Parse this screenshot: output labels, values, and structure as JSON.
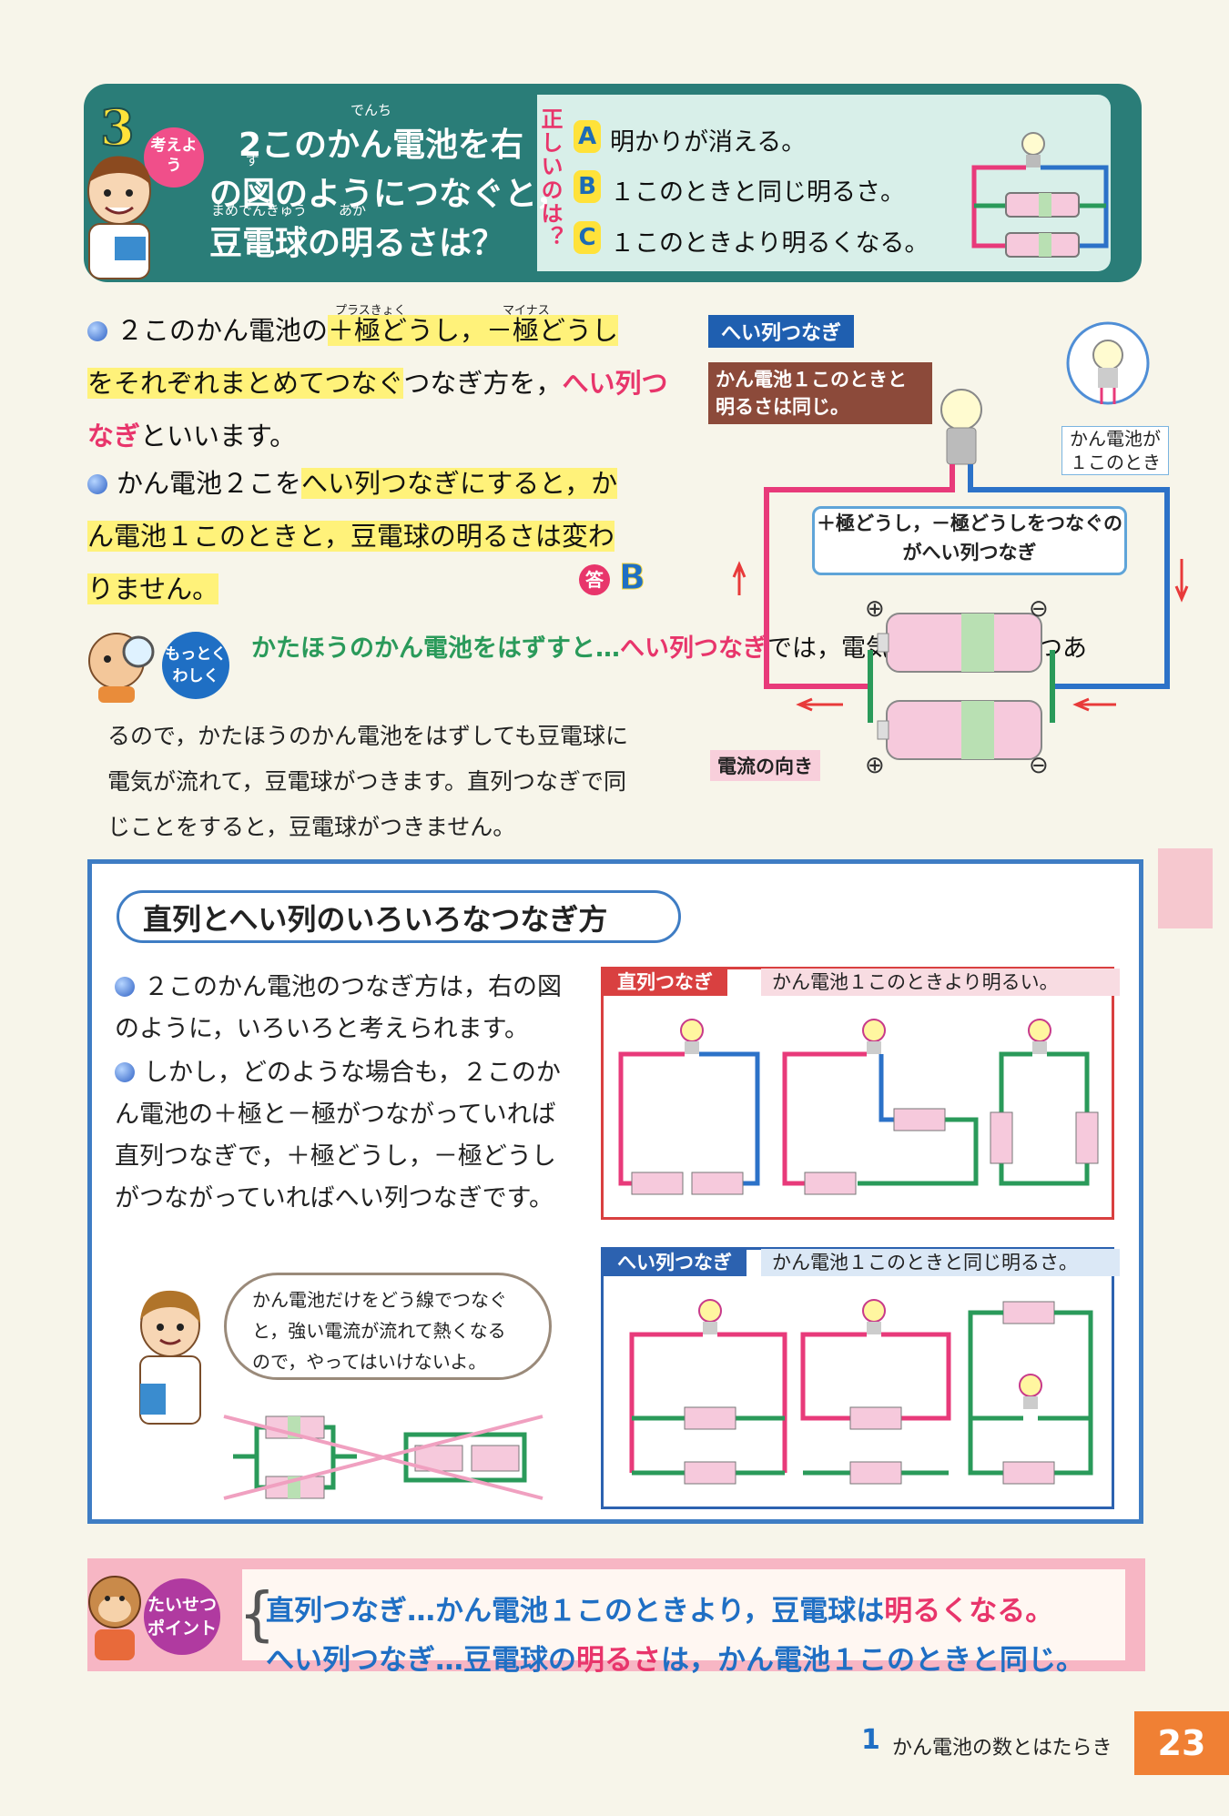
{
  "question": {
    "number": "3",
    "badge": "考えよう",
    "lines": [
      "2このかん電池を右",
      "の図のようにつなぐと，",
      "豆電球の明るさは？"
    ],
    "furigana": {
      "denchi": "でんち",
      "zu": "ず",
      "mamedenkyu": "まめでんきゅう",
      "aka": "あか"
    },
    "which_correct": "正しいのは？",
    "options": [
      {
        "letter": "A",
        "text": "明かりが消える。"
      },
      {
        "letter": "B",
        "text": "１このときと同じ明るさ。"
      },
      {
        "letter": "C",
        "text": "１このときより明るくなる。"
      }
    ]
  },
  "explanation": {
    "p1_a": "２このかん電池の",
    "p1_hl1": "＋極どうし，－極どうし",
    "p1_hl2": "をそれぞれまとめてつなぐ",
    "p1_b": "つなぎ方を，",
    "p1_red": "へい列つなぎ",
    "p1_c": "といいます。",
    "ruby_plus": "プラスきょく",
    "ruby_minus": "マイナス",
    "p2_a": "かん電池２こを",
    "p2_hl1": "へい列つなぎにすると，か",
    "p2_hl2": "ん電池１このときと，豆電球の明るさは変わ",
    "p2_hl3": "りません。",
    "answer_mark": "答",
    "answer": "B"
  },
  "motto": {
    "badge": "もっとくわしく",
    "heading_green": "かたほうのかん電池をはずすと…",
    "heading_red": "へい列つなぎ",
    "line1_rest": "では，電気の通り道が２つあ",
    "line2": "るので，かたほうのかん電池をはずしても豆電球に",
    "line3": "電気が流れて，豆電球がつきます。直列つなぎで同",
    "line4": "じことをすると，豆電球がつきません。"
  },
  "diagram": {
    "label": "へい列つなぎ",
    "note_brown": "かん電池１このときと明るさは同じ。",
    "single_label": "かん電池が１このとき",
    "bubble": "＋極どうし，－極どうしをつなぐのがへい列つなぎ",
    "current_label": "電流の向き",
    "plus": "⊕",
    "minus": "⊖"
  },
  "section": {
    "title": "直列とへい列のいろいろなつなぎ方",
    "bullet1": "２このかん電池のつなぎ方は，右の図のように，いろいろと考えられます。",
    "bullet2": "しかし，どのような場合も，２このかん電池の＋極と－極がつながっていれば直列つなぎで，＋極どうし，－極どうしがつながっていればへい列つなぎです。",
    "warning": "かん電池だけをどう線でつなぐと，強い電流が流れて熱くなるので，やってはいけないよ。",
    "series_label": "直列つなぎ",
    "series_desc": "かん電池１このときより明るい。",
    "parallel_label": "へい列つなぎ",
    "parallel_desc": "かん電池１このときと同じ明るさ。"
  },
  "point": {
    "badge": "たいせつポイント",
    "line1_a": "直列つなぎ…かん電池１このときより，豆電球は",
    "line1_b": "明るくなる。",
    "line2_a": "へい列つなぎ…豆電球の",
    "line2_b": "明るさ",
    "line2_c": "は，かん電池１このときと同じ。"
  },
  "footer": {
    "chapter": "1",
    "chapter_title": "かん電池の数とはたらき",
    "page": "23"
  },
  "colors": {
    "teal": "#2a7d78",
    "pink": "#e8356b",
    "blue": "#1f5fb0",
    "yellow": "#fff27a"
  }
}
